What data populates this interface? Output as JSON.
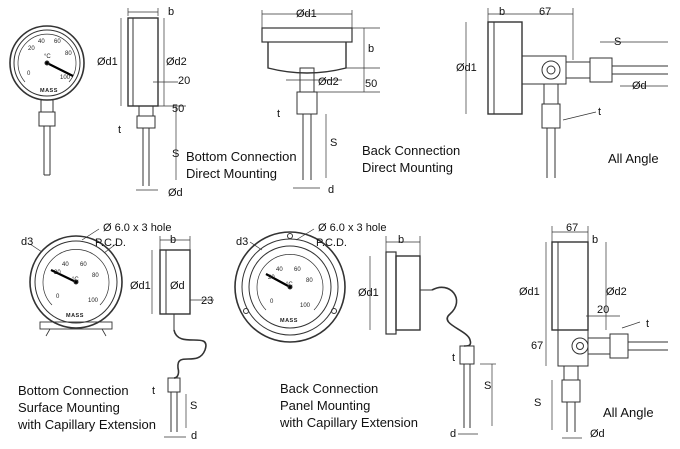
{
  "dial": {
    "scale_ticks": [
      "0",
      "20",
      "40",
      "60",
      "80",
      "100"
    ],
    "unit": "°C",
    "brand": "MASS"
  },
  "dims": {
    "b": "b",
    "od1": "Ød1",
    "od2": "Ød2",
    "od": "Ød",
    "d": "d",
    "d3": "d3",
    "t": "t",
    "s": "S",
    "pcd": "P.C.D.",
    "hole": "Ø 6.0 x 3 hole",
    "n20": "20",
    "n50": "50",
    "n67": "67",
    "n23": "23"
  },
  "captions": {
    "bottom_direct": [
      "Bottom Connection",
      "Direct Mounting"
    ],
    "back_direct": [
      "Back Connection",
      "Direct Mounting"
    ],
    "all_angle": "All Angle",
    "bottom_surface": [
      "Bottom Connection",
      "Surface Mounting",
      "with Capillary Extension"
    ],
    "back_panel": [
      "Back Connection",
      "Panel Mounting",
      "with Capillary Extension"
    ]
  }
}
